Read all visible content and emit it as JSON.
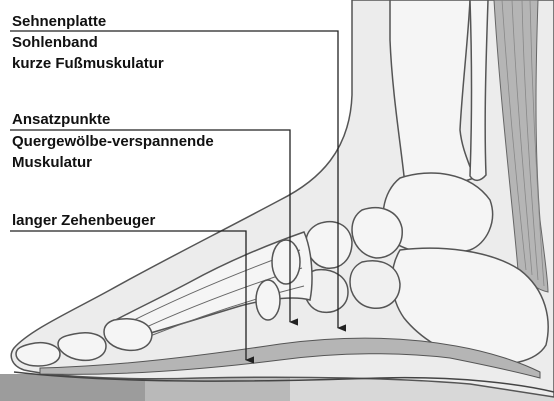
{
  "labels": {
    "group1": [
      "Sehnenplatte",
      "Sohlenband",
      "kurze Fußmuskulatur"
    ],
    "group2": [
      "Ansatzpunkte",
      "Quergewölbe-verspannende",
      "Muskulatur"
    ],
    "group3": [
      "langer Zehenbeuger"
    ]
  },
  "colors": {
    "bone_fill": "#f2f2f2",
    "outline": "#555555",
    "skin_fill": "#e3e3e3",
    "tendon_fill": "#b5b5b5",
    "leader": "#222222",
    "floor_dark": "#9c9c9c",
    "floor_mid": "#b9b9b9",
    "floor_light": "#d8d8d8"
  }
}
